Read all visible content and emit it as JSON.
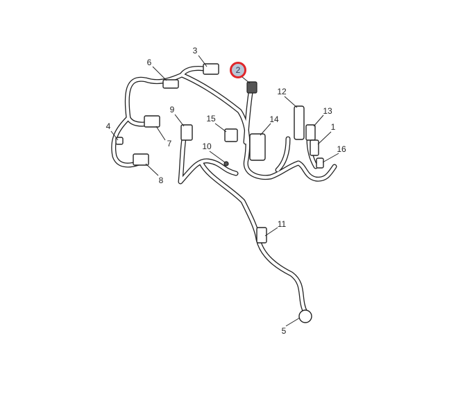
{
  "diagram": {
    "title_hidden": null,
    "highlight_color": "#e0262a",
    "selected_callout": "2",
    "callouts": [
      "1",
      "2",
      "3",
      "4",
      "5",
      "6",
      "7",
      "8",
      "9",
      "10",
      "11",
      "12",
      "13",
      "14",
      "15",
      "16"
    ]
  }
}
